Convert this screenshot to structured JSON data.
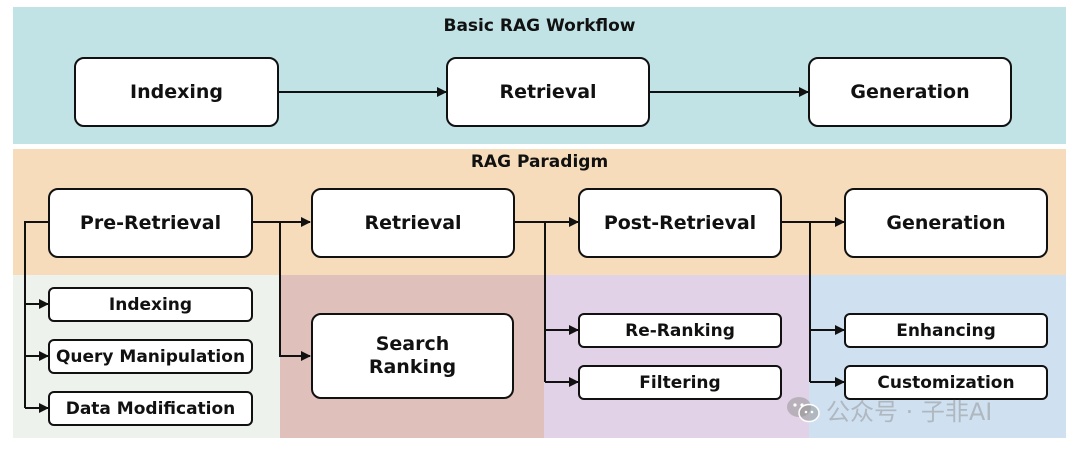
{
  "basic": {
    "title": "Basic RAG Workflow",
    "steps": [
      "Indexing",
      "Retrieval",
      "Generation"
    ]
  },
  "paradigm": {
    "title": "RAG Paradigm",
    "stages": [
      "Pre-Retrieval",
      "Retrieval",
      "Post-Retrieval",
      "Generation"
    ],
    "pre_retrieval_items": [
      "Indexing",
      "Query Manipulation",
      "Data Modification"
    ],
    "retrieval_items": [
      "Search Ranking"
    ],
    "post_retrieval_items": [
      "Re-Ranking",
      "Filtering"
    ],
    "generation_items": [
      "Enhancing",
      "Customization"
    ]
  },
  "watermark": {
    "text": "公众号 · 子非AI",
    "icon": "wechat-icon"
  },
  "colors": {
    "basic_bg": "#c1e3e6",
    "paradigm_bg": "#f6dcbb",
    "pre_bg": "#edf3ec",
    "retrieval_bg": "#dfc0bb",
    "post_bg": "#e2d2e8",
    "generation_bg": "#cfe0f1"
  }
}
